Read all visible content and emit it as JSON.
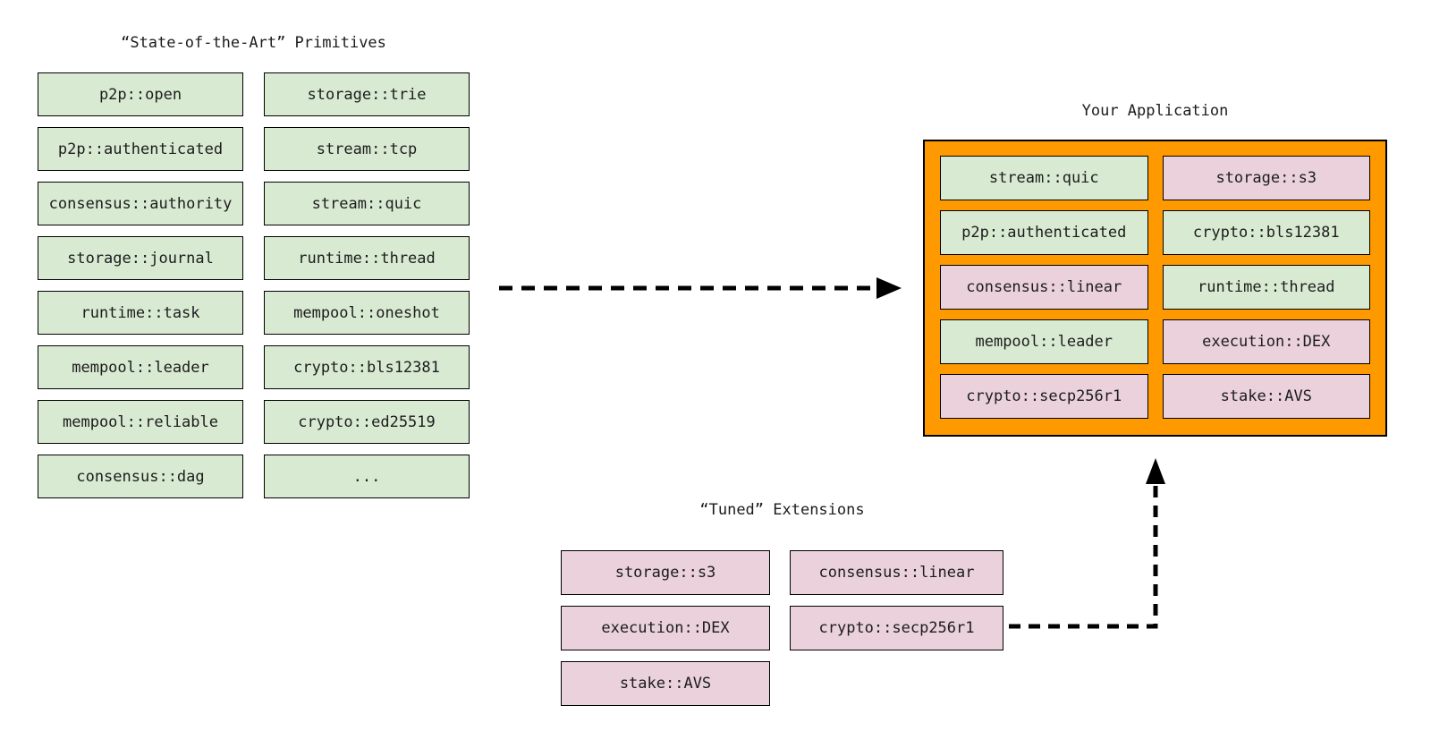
{
  "colors": {
    "primitive_green": "#d9ead3",
    "extension_pink": "#ead1dc",
    "application_orange": "#ff9900",
    "box_border": "#000000",
    "arrow_black": "#000000",
    "text": "#1c1c1c",
    "background": "#ffffff"
  },
  "primitives": {
    "title": "“State-of-the-Art” Primitives",
    "column1": [
      "p2p::open",
      "p2p::authenticated",
      "consensus::authority",
      "storage::journal",
      "runtime::task",
      "mempool::leader",
      "mempool::reliable",
      "consensus::dag"
    ],
    "column2": [
      "storage::trie",
      "stream::tcp",
      "stream::quic",
      "runtime::thread",
      "mempool::oneshot",
      "crypto::bls12381",
      "crypto::ed25519",
      "..."
    ]
  },
  "application": {
    "title": "Your Application",
    "cells": [
      {
        "label": "stream::quic",
        "variant": "primitive"
      },
      {
        "label": "storage::s3",
        "variant": "extension"
      },
      {
        "label": "p2p::authenticated",
        "variant": "primitive"
      },
      {
        "label": "crypto::bls12381",
        "variant": "primitive"
      },
      {
        "label": "consensus::linear",
        "variant": "extension"
      },
      {
        "label": "runtime::thread",
        "variant": "primitive"
      },
      {
        "label": "mempool::leader",
        "variant": "primitive"
      },
      {
        "label": "execution::DEX",
        "variant": "extension"
      },
      {
        "label": "crypto::secp256r1",
        "variant": "extension"
      },
      {
        "label": "stake::AVS",
        "variant": "extension"
      }
    ]
  },
  "extensions": {
    "title": "“Tuned” Extensions",
    "column1": [
      "storage::s3",
      "execution::DEX",
      "stake::AVS"
    ],
    "column2": [
      "consensus::linear",
      "crypto::secp256r1"
    ]
  }
}
